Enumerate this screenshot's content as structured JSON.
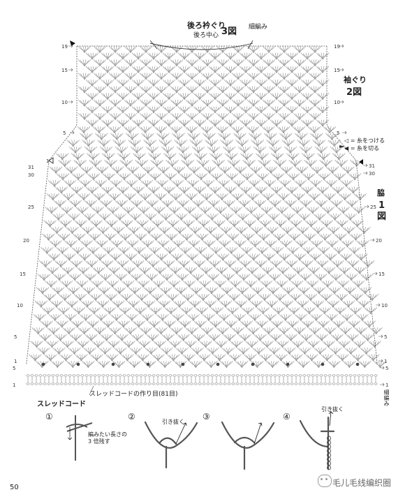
{
  "header": {
    "collar_title": "後ろ衿ぐり",
    "center_label": "後ろ中心",
    "fig3": "3図",
    "slip_stitch_top": "細編み"
  },
  "armhole": {
    "title": "袖ぐり",
    "fig": "2図"
  },
  "side": {
    "char1": "脇",
    "char2": "1",
    "char3": "図"
  },
  "legend": {
    "attach": "◁ = 糸をつける",
    "cut": "◀ = 糸を切る"
  },
  "foundation": {
    "label": "スレッドコードの作り目(81目)",
    "slip_stitch_bottom": "細編み"
  },
  "thread_cord": {
    "title": "スレッドコード",
    "step1": "①",
    "step2": "②",
    "step3": "③",
    "step4": "④",
    "step1_note_line1": "編みたい長さの",
    "step1_note_line2": "3 倍残す",
    "step2_note": "引き抜く",
    "step4_note": "引き抜く"
  },
  "page_number": "50",
  "watermark": "毛儿毛线编织圈",
  "row_numbers": {
    "left": [
      "19",
      "15",
      "10",
      "5",
      "1",
      "31",
      "30",
      "25",
      "20",
      "15",
      "10",
      "5",
      "1",
      "5",
      "1"
    ],
    "right": [
      "19",
      "15",
      "10",
      "5",
      "31",
      "30",
      "25",
      "20",
      "15",
      "10",
      "5",
      "1",
      "5",
      "1"
    ]
  }
}
